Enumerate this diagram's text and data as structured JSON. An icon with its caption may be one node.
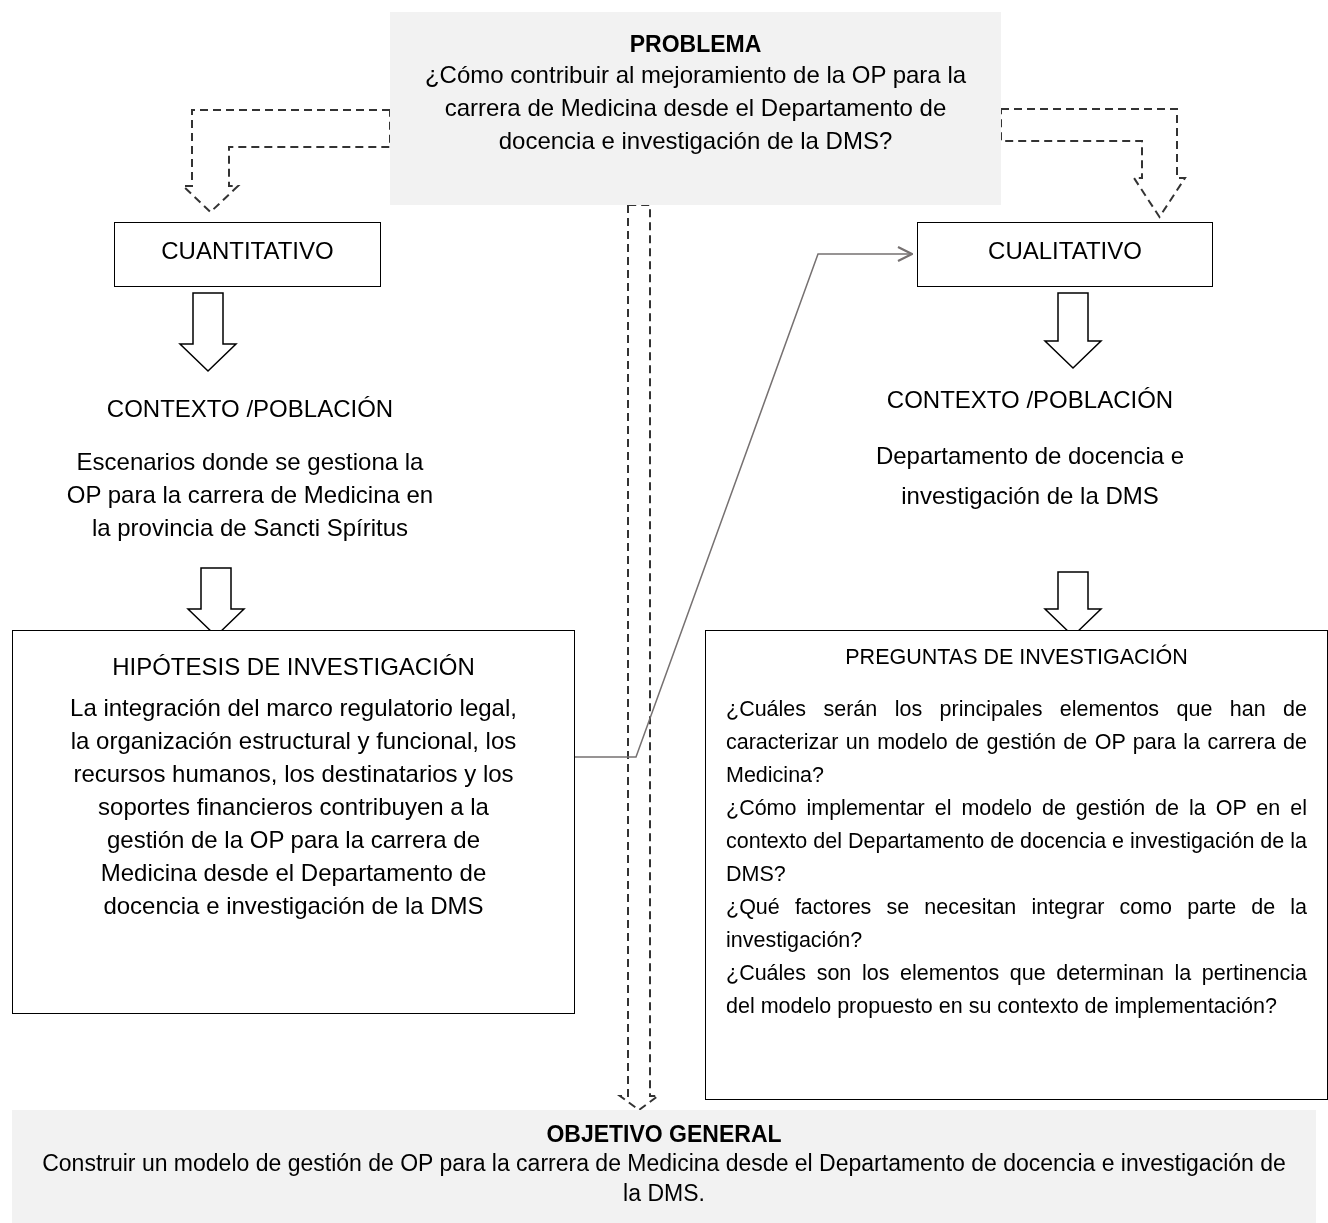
{
  "diagram": {
    "nodes": [
      {
        "text": [
          "PROBLEMA",
          "¿Cómo contribuir al mejoramiento de la OP para la carrera de Medicina desde el Departamento de docencia e investigación de la DMS?"
        ]
      },
      {
        "text": [
          "CUANTITATIVO"
        ]
      },
      {
        "text": [
          "CUALITATIVO"
        ]
      },
      {
        "text": [
          "CONTEXTO /POBLACIÓN",
          "Escenarios donde se gestiona la OP para la carrera de Medicina en la provincia de Sancti Spíritus"
        ]
      },
      {
        "text": [
          "CONTEXTO /POBLACIÓN",
          "Departamento de docencia e investigación de la DMS"
        ]
      },
      {
        "text": [
          "HIPÓTESIS DE INVESTIGACIÓN",
          "La integración del marco regulatorio legal, la organización estructural y funcional, los recursos humanos, los destinatarios y los soportes financieros contribuyen a la gestión de la OP para la carrera de Medicina desde el Departamento de docencia e investigación de la DMS"
        ]
      },
      {
        "text": [
          "PREGUNTAS DE INVESTIGACIÓN",
          "¿Cuáles serán los principales elementos que han de caracterizar un modelo de gestión de OP para la carrera de Medicina?",
          "¿Cómo implementar el modelo de gestión de la OP en el contexto del Departamento de docencia e investigación de la DMS?",
          "¿Qué factores se necesitan integrar como parte de la investigación?",
          "¿Cuáles son los elementos que determinan la pertinencia del modelo propuesto en su contexto de implementación?"
        ]
      },
      {
        "text": [
          "OBJETIVO GENERAL",
          "Construir un modelo de gestión de OP para la carrera de Medicina desde el Departamento de docencia e investigación de la DMS."
        ]
      }
    ],
    "edges": [
      {
        "from": 0,
        "to": 1,
        "arrow": "to",
        "style": "dashed"
      },
      {
        "from": 0,
        "to": 2,
        "arrow": "to",
        "style": "dashed"
      },
      {
        "from": 0,
        "to": 7,
        "arrow": "to",
        "style": "dashed"
      },
      {
        "from": 1,
        "to": 3,
        "arrow": "to"
      },
      {
        "from": 3,
        "to": 5,
        "arrow": "to"
      },
      {
        "from": 2,
        "to": 4,
        "arrow": "to"
      },
      {
        "from": 4,
        "to": 6,
        "arrow": "to"
      },
      {
        "from": 5,
        "to": 2,
        "arrow": "to",
        "color": "#767171"
      }
    ]
  }
}
